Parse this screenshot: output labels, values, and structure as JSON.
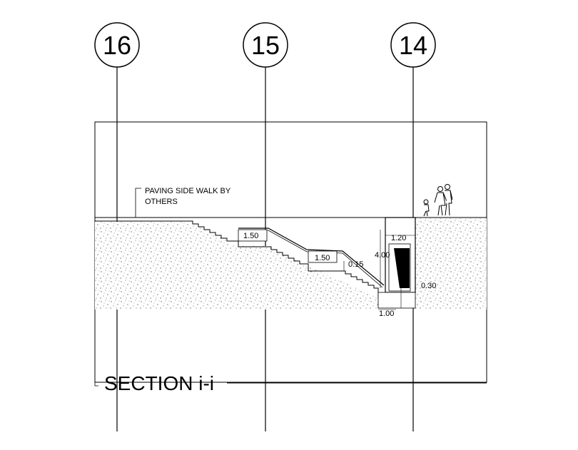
{
  "grid_labels": [
    "16",
    "15",
    "14"
  ],
  "note": {
    "line1": "PAVING SIDE WALK BY",
    "line2": "OTHERS"
  },
  "dimensions": {
    "d1": "1.50",
    "d2": "1.50",
    "d3": "0.15",
    "d4": "1.20",
    "d5": "4.00",
    "d6": "0.30",
    "d7": "1.00"
  },
  "title": "SECTION i-i"
}
